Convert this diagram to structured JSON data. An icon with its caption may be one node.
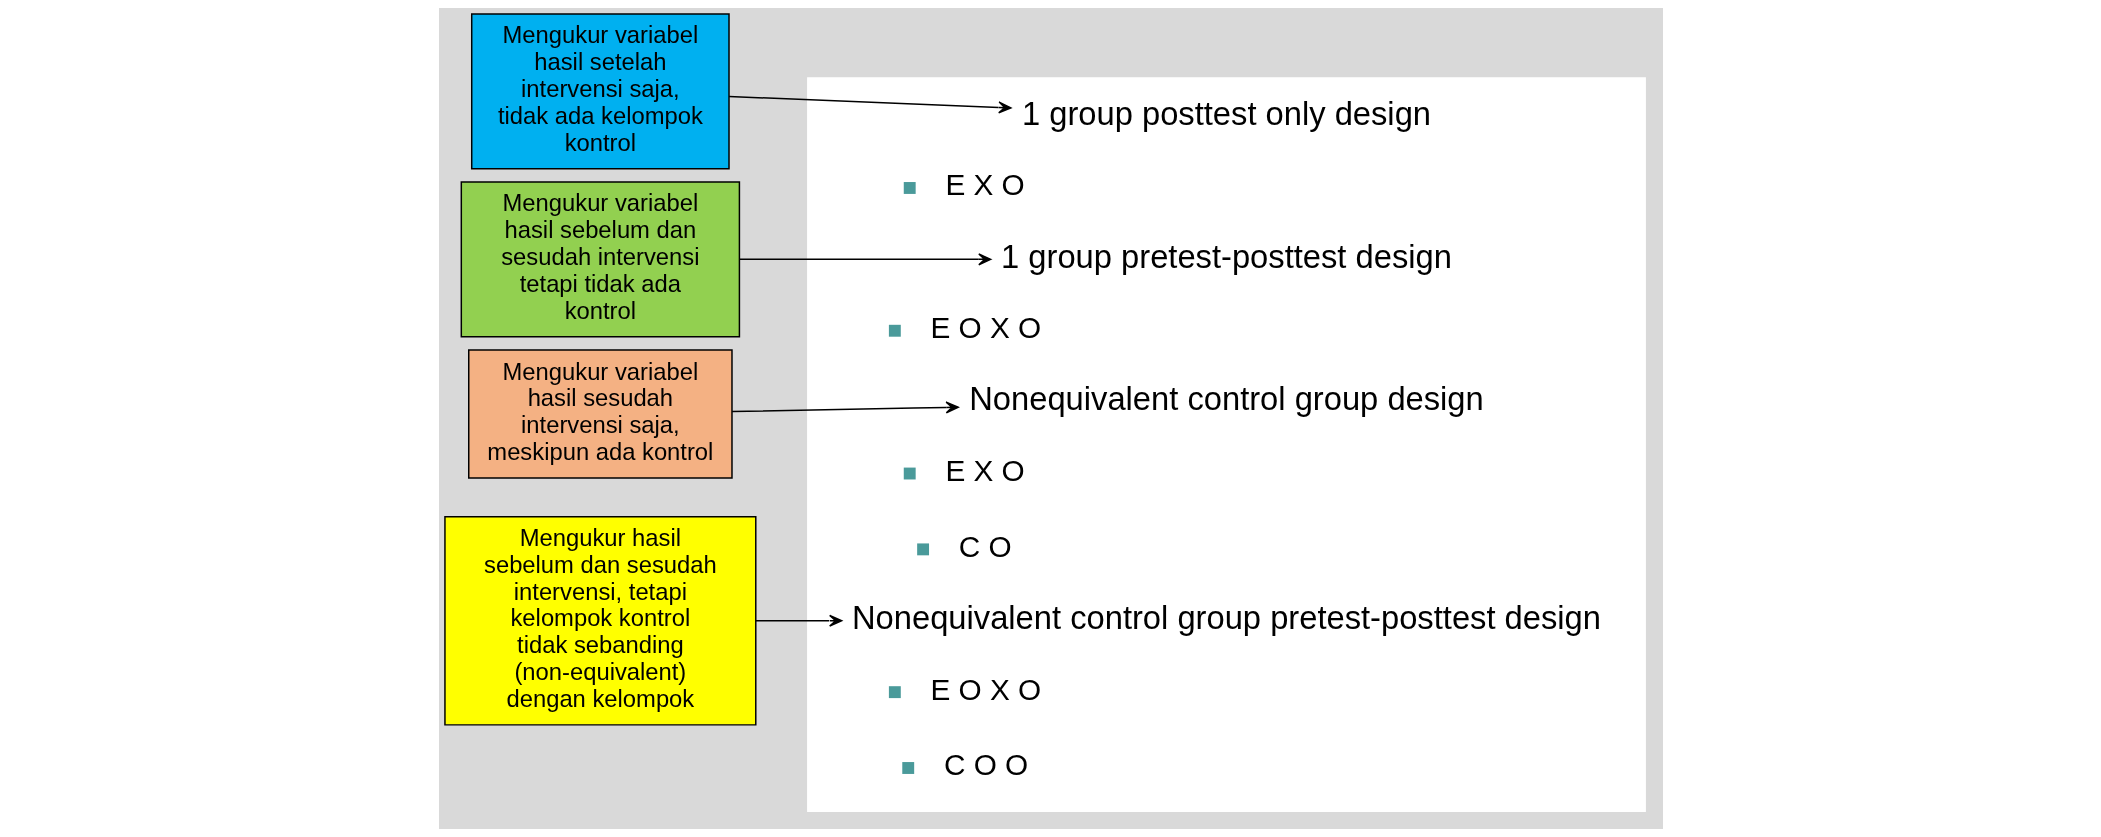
{
  "diagram": {
    "nodes": [
      {
        "text": [
          "Mengukur variabel hasil setelah intervensi saja, tidak ada kelompok kontrol"
        ]
      },
      {
        "text": [
          "Mengukur variabel hasil sebelum dan sesudah intervensi tetapi tidak ada kontrol"
        ]
      },
      {
        "text": [
          "Mengukur variabel hasil sesudah intervensi saja, meskipun ada kontrol"
        ]
      },
      {
        "text": [
          "Mengukur hasil sebelum dan sesudah intervensi, tetapi kelompok kontrol tidak sebanding (non-equivalent) dengan kelompok"
        ]
      },
      {
        "text": [],
        "shape": "box"
      },
      {
        "text": [
          "1 group posttest only design"
        ],
        "in": 4
      },
      {
        "text": [
          "1 group pretest-posttest design"
        ],
        "in": 4
      },
      {
        "text": [
          "Nonequivalent control group design"
        ],
        "in": 4
      },
      {
        "text": [
          "Nonequivalent control group pretest-posttest design"
        ],
        "in": 4
      }
    ],
    "edges": [
      {
        "from": 0,
        "to": 5,
        "arrow": "to"
      },
      {
        "from": 1,
        "to": 6,
        "arrow": "to"
      },
      {
        "from": 2,
        "to": 7,
        "arrow": "to"
      },
      {
        "from": 3,
        "to": 8,
        "arrow": "to"
      }
    ],
    "labels": [
      "E X O",
      "E O X O",
      "E X O",
      "C O",
      "E O X O",
      "C O O"
    ]
  }
}
